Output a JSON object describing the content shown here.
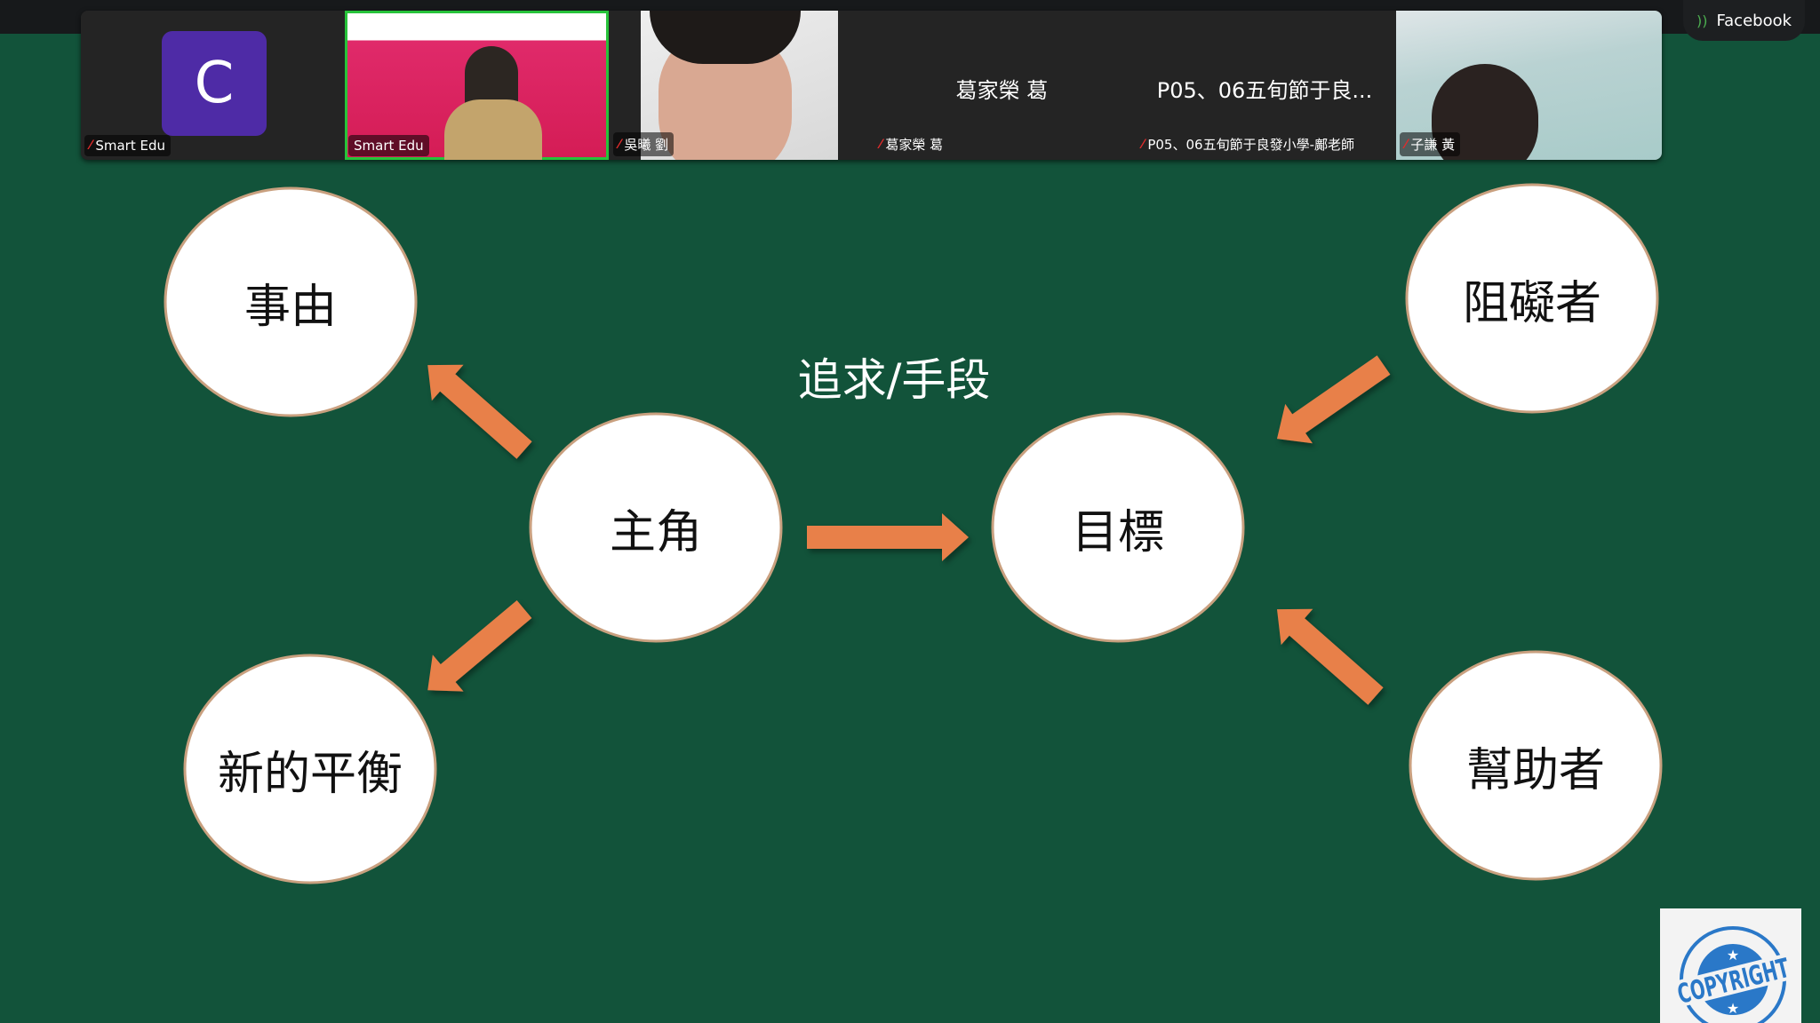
{
  "meeting": {
    "facebook_label": "Facebook",
    "participants": [
      {
        "name": "Smart Edu",
        "avatar_letter": "C",
        "muted": true,
        "video": false
      },
      {
        "name": "Smart Edu",
        "muted": false,
        "video": true,
        "active_speaker": true
      },
      {
        "name": "吳曦 劉",
        "muted": true,
        "video": true
      },
      {
        "name": "葛家榮 葛",
        "display": "葛家榮 葛",
        "muted": true,
        "video": false
      },
      {
        "name": "P05、06五旬節于良發小學-鄺老師",
        "display": "P05、06五旬節于良...",
        "muted": true,
        "video": false
      },
      {
        "name": "子謙 黃",
        "muted": true,
        "video": true
      }
    ]
  },
  "slide": {
    "center_label": "追求/手段",
    "nodes": {
      "cause": "事由",
      "protagonist": "主角",
      "goal": "目標",
      "obstacle": "阻礙者",
      "new_balance": "新的平衡",
      "helper": "幫助者"
    },
    "colors": {
      "background": "#12533a",
      "arrow": "#e8804a",
      "circle_border": "#c9a07f"
    },
    "stamp_text": "COPYRIGHT"
  }
}
